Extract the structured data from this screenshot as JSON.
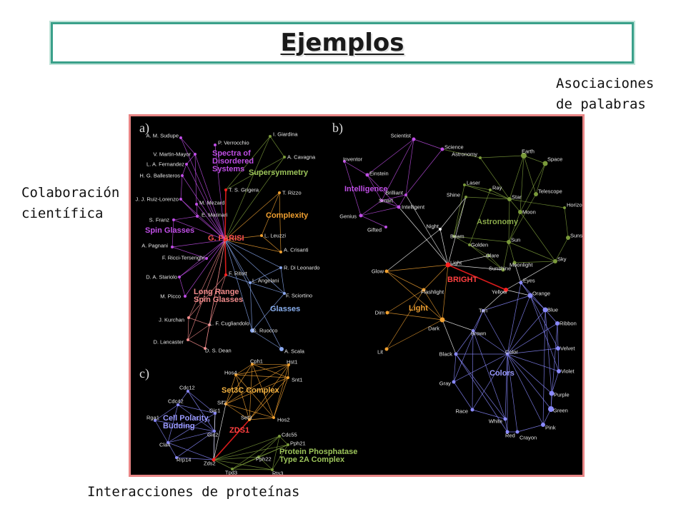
{
  "title": "Ejemplos",
  "labels": {
    "word_associations": "Asociaciones\nde palabras",
    "collaboration": "Colaboración\ncientífica",
    "protein_interactions": "Interacciones de proteínas"
  },
  "colors": {
    "title_border": "#3aa08a",
    "figure_border": "#e88585",
    "magenta": "#c04ee6",
    "pink": "#f08a8a",
    "olive": "#7a9a3a",
    "orange": "#f0a030",
    "blue": "#8aa8f0",
    "lavender": "#8a8aff",
    "white": "#ffffff",
    "red": "#ff2020"
  },
  "panels": [
    {
      "letter": "a)",
      "groups": [
        {
          "label": "Spectra of\nDisordered\nSystems",
          "color": "#c04ee6"
        },
        {
          "label": "Supersymmetry",
          "color": "#9cc45a"
        },
        {
          "label": "Complexity",
          "color": "#f0a030"
        },
        {
          "label": "Spin Glasses",
          "color": "#c04ee6"
        },
        {
          "label": "G. PARISI",
          "color": "#ff5050"
        },
        {
          "label": "Long Range\nSpin Glasses",
          "color": "#f08a8a"
        },
        {
          "label": "Glasses",
          "color": "#8ab0f0"
        }
      ],
      "nodes": [
        {
          "label": "A. M. Sudupe",
          "c": "magenta"
        },
        {
          "label": "P. Verrocchio",
          "c": "magenta"
        },
        {
          "label": "I. Giardina",
          "c": "olive"
        },
        {
          "label": "V. Martin-Mayor",
          "c": "magenta"
        },
        {
          "label": "A. Cavagna",
          "c": "olive"
        },
        {
          "label": "L. A. Fernandez",
          "c": "magenta"
        },
        {
          "label": "H. G. Ballesteros",
          "c": "magenta"
        },
        {
          "label": "T. S. Grigera",
          "c": "red"
        },
        {
          "label": "J. J. Ruiz-Lorenzo",
          "c": "magenta"
        },
        {
          "label": "M. Mezard",
          "c": "magenta"
        },
        {
          "label": "T. Rizzo",
          "c": "orange"
        },
        {
          "label": "E. Marinari",
          "c": "magenta"
        },
        {
          "label": "S. Franz",
          "c": "magenta"
        },
        {
          "label": "L. Leuzzi",
          "c": "orange"
        },
        {
          "label": "A. Pagnani",
          "c": "magenta"
        },
        {
          "label": "A. Crisanti",
          "c": "orange"
        },
        {
          "label": "F. Ricci-Tersenghi",
          "c": "magenta"
        },
        {
          "label": "F. Ritort",
          "c": "red"
        },
        {
          "label": "R. Di Leonardo",
          "c": "blue"
        },
        {
          "label": "D. A. Stariolo",
          "c": "magenta"
        },
        {
          "label": "L. Angelani",
          "c": "blue"
        },
        {
          "label": "M. Picco",
          "c": "magenta"
        },
        {
          "label": "F. Sciortino",
          "c": "blue"
        },
        {
          "label": "J. Kurchan",
          "c": "pink"
        },
        {
          "label": "L. F. Cugliandolo",
          "c": "pink"
        },
        {
          "label": "G. Ruocco",
          "c": "blue"
        },
        {
          "label": "D. Lancaster",
          "c": "pink"
        },
        {
          "label": "D. S. Dean",
          "c": "pink"
        },
        {
          "label": "A. Scala",
          "c": "blue"
        }
      ]
    },
    {
      "letter": "b)",
      "groups": [
        {
          "label": "Intelligence",
          "color": "#c04ee6"
        },
        {
          "label": "Astronomy",
          "color": "#8aaa4a"
        },
        {
          "label": "BRIGHT",
          "color": "#ff4040"
        },
        {
          "label": "Light",
          "color": "#f0a030"
        },
        {
          "label": "Colors",
          "color": "#9a9aff"
        }
      ],
      "nodes": [
        {
          "label": "Scientist",
          "c": "magenta"
        },
        {
          "label": "Science",
          "c": "magenta"
        },
        {
          "label": "Inventor",
          "c": "magenta"
        },
        {
          "label": "Einstein",
          "c": "magenta"
        },
        {
          "label": "Astronomy",
          "c": "olive"
        },
        {
          "label": "Earth",
          "c": "olive"
        },
        {
          "label": "Space",
          "c": "olive"
        },
        {
          "label": "Laser",
          "c": "olive"
        },
        {
          "label": "Ray",
          "c": "olive"
        },
        {
          "label": "Telescope",
          "c": "olive"
        },
        {
          "label": "Brilliant",
          "c": "magenta"
        },
        {
          "label": "Shine",
          "c": "olive"
        },
        {
          "label": "Star",
          "c": "olive"
        },
        {
          "label": "Smart",
          "c": "magenta"
        },
        {
          "label": "Intelligent",
          "c": "magenta"
        },
        {
          "label": "Horizon",
          "c": "olive"
        },
        {
          "label": "Genius",
          "c": "magenta"
        },
        {
          "label": "Moon",
          "c": "olive"
        },
        {
          "label": "Gifted",
          "c": "magenta"
        },
        {
          "label": "Night",
          "c": "white"
        },
        {
          "label": "Beam",
          "c": "olive"
        },
        {
          "label": "Sunset",
          "c": "olive"
        },
        {
          "label": "Sun",
          "c": "olive"
        },
        {
          "label": "Golden",
          "c": "olive"
        },
        {
          "label": "Glare",
          "c": "olive"
        },
        {
          "label": "Moonlight",
          "c": "olive"
        },
        {
          "label": "Sky",
          "c": "olive"
        },
        {
          "label": "Glow",
          "c": "orange"
        },
        {
          "label": "Light",
          "c": "red"
        },
        {
          "label": "Sunshine",
          "c": "olive"
        },
        {
          "label": "Eyes",
          "c": "lavender"
        },
        {
          "label": "Yellow",
          "c": "red"
        },
        {
          "label": "Flashlight",
          "c": "orange"
        },
        {
          "label": "Orange",
          "c": "lavender"
        },
        {
          "label": "Dim",
          "c": "orange"
        },
        {
          "label": "Tan",
          "c": "lavender"
        },
        {
          "label": "Blue",
          "c": "lavender"
        },
        {
          "label": "Dark",
          "c": "orange"
        },
        {
          "label": "Ribbon",
          "c": "lavender"
        },
        {
          "label": "Brown",
          "c": "lavender"
        },
        {
          "label": "Lit",
          "c": "orange"
        },
        {
          "label": "Velvet",
          "c": "lavender"
        },
        {
          "label": "Black",
          "c": "lavender"
        },
        {
          "label": "Color",
          "c": "lavender"
        },
        {
          "label": "Violet",
          "c": "lavender"
        },
        {
          "label": "Gray",
          "c": "lavender"
        },
        {
          "label": "Purple",
          "c": "lavender"
        },
        {
          "label": "Race",
          "c": "lavender"
        },
        {
          "label": "Green",
          "c": "lavender"
        },
        {
          "label": "White",
          "c": "lavender"
        },
        {
          "label": "Pink",
          "c": "lavender"
        },
        {
          "label": "Red",
          "c": "lavender"
        },
        {
          "label": "Crayon",
          "c": "lavender"
        }
      ]
    },
    {
      "letter": "c)",
      "groups": [
        {
          "label": "Set3C Complex",
          "color": "#f0b040"
        },
        {
          "label": "Cell Polarity,\nBudding",
          "color": "#9a9aff"
        },
        {
          "label": "ZDS1",
          "color": "#ff4040"
        },
        {
          "label": "Protein Phosphatase\nType 2A Complex",
          "color": "#9cc45a"
        }
      ],
      "nodes": [
        {
          "label": "Cph1",
          "c": "orange"
        },
        {
          "label": "Hst1",
          "c": "orange"
        },
        {
          "label": "Hos4",
          "c": "orange"
        },
        {
          "label": "Cdc12",
          "c": "lavender"
        },
        {
          "label": "Snt1",
          "c": "orange"
        },
        {
          "label": "Cdc42",
          "c": "lavender"
        },
        {
          "label": "Sif2",
          "c": "orange"
        },
        {
          "label": "Gic1",
          "c": "lavender"
        },
        {
          "label": "Hos2",
          "c": "orange"
        },
        {
          "label": "Rga1",
          "c": "lavender"
        },
        {
          "label": "Set3",
          "c": "orange"
        },
        {
          "label": "Gic2",
          "c": "lavender"
        },
        {
          "label": "Cdc55",
          "c": "olive"
        },
        {
          "label": "Cla4",
          "c": "lavender"
        },
        {
          "label": "Pph21",
          "c": "olive"
        },
        {
          "label": "Rrp14",
          "c": "lavender"
        },
        {
          "label": "Zds2",
          "c": "red"
        },
        {
          "label": "Pph22",
          "c": "olive"
        },
        {
          "label": "Tpd3",
          "c": "olive"
        },
        {
          "label": "Rts3",
          "c": "olive"
        }
      ]
    }
  ]
}
